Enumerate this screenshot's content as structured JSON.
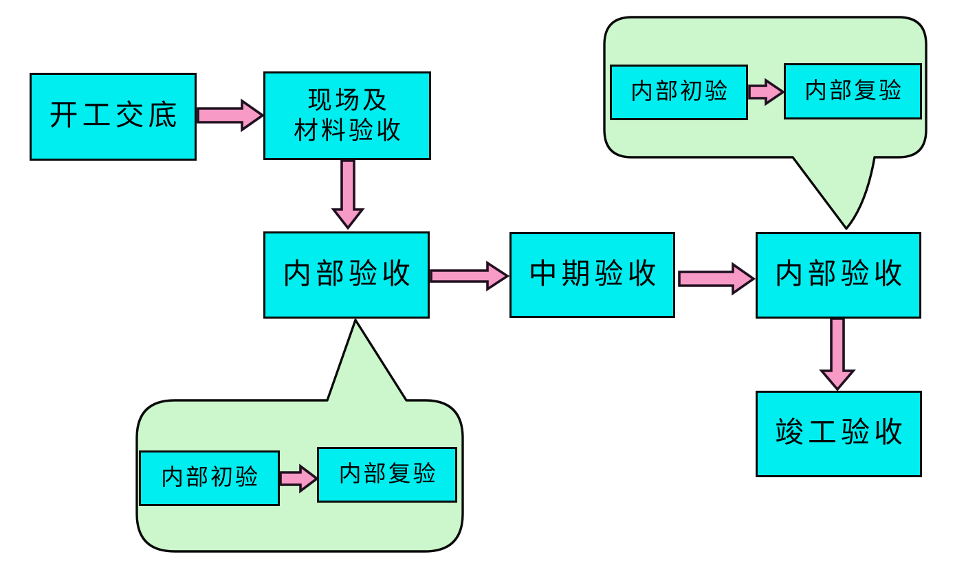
{
  "colors": {
    "background": "#ffffff",
    "box_fill": "#00eef0",
    "box_border": "#0a0a0a",
    "arrow_fill": "#f79ac5",
    "arrow_border": "#201020",
    "callout_fill": "#ccf6cb",
    "callout_border": "#0a0a0a",
    "text": "#000000"
  },
  "nodes": {
    "start": {
      "label": "开工交底"
    },
    "site_material": {
      "line1": "现场及",
      "line2": "材料验收"
    },
    "internal_mid": {
      "label": "内部验收"
    },
    "midterm": {
      "label": "中期验收"
    },
    "internal_final": {
      "label": "内部验收"
    },
    "completion": {
      "label": "竣工验收"
    }
  },
  "callouts": {
    "bottom": {
      "initial": "内部初验",
      "recheck": "内部复验"
    },
    "top": {
      "initial": "内部初验",
      "recheck": "内部复验"
    }
  }
}
